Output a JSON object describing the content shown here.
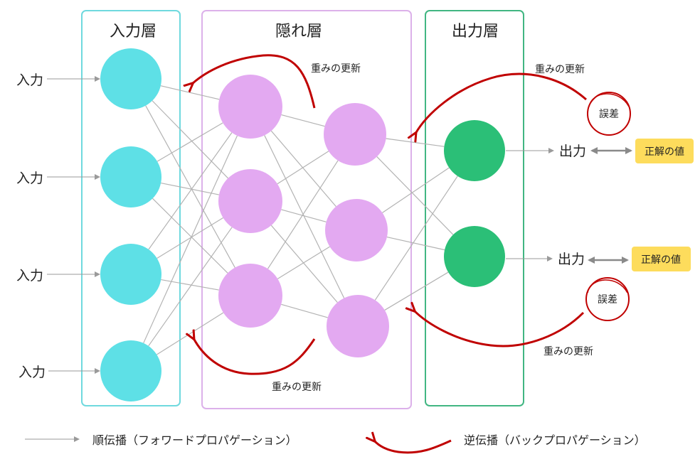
{
  "layers": {
    "input": {
      "title": "入力層",
      "color": "#5ee0e6",
      "border": "#6fd9de"
    },
    "hidden": {
      "title": "隠れ層",
      "color": "#e3a9f1",
      "border": "#dcb1ea"
    },
    "output": {
      "title": "出力層",
      "color": "#2bbf77",
      "border": "#41b682"
    }
  },
  "input_labels": [
    "入力",
    "入力",
    "入力",
    "入力"
  ],
  "output_labels": [
    "出力",
    "出力"
  ],
  "target_labels": [
    "正解の値",
    "正解の値"
  ],
  "error_labels": [
    "誤差",
    "誤差"
  ],
  "weight_update_labels": [
    "重みの更新",
    "重みの更新",
    "重みの更新",
    "重みの更新"
  ],
  "legend": {
    "forward": "順伝播（フォワードプロパゲーション）",
    "backward": "逆伝播（バックプロパゲーション）"
  },
  "colors": {
    "backprop_arrow": "#c00000",
    "connection": "#b3b3b3",
    "target_badge": "#fddc5c"
  }
}
